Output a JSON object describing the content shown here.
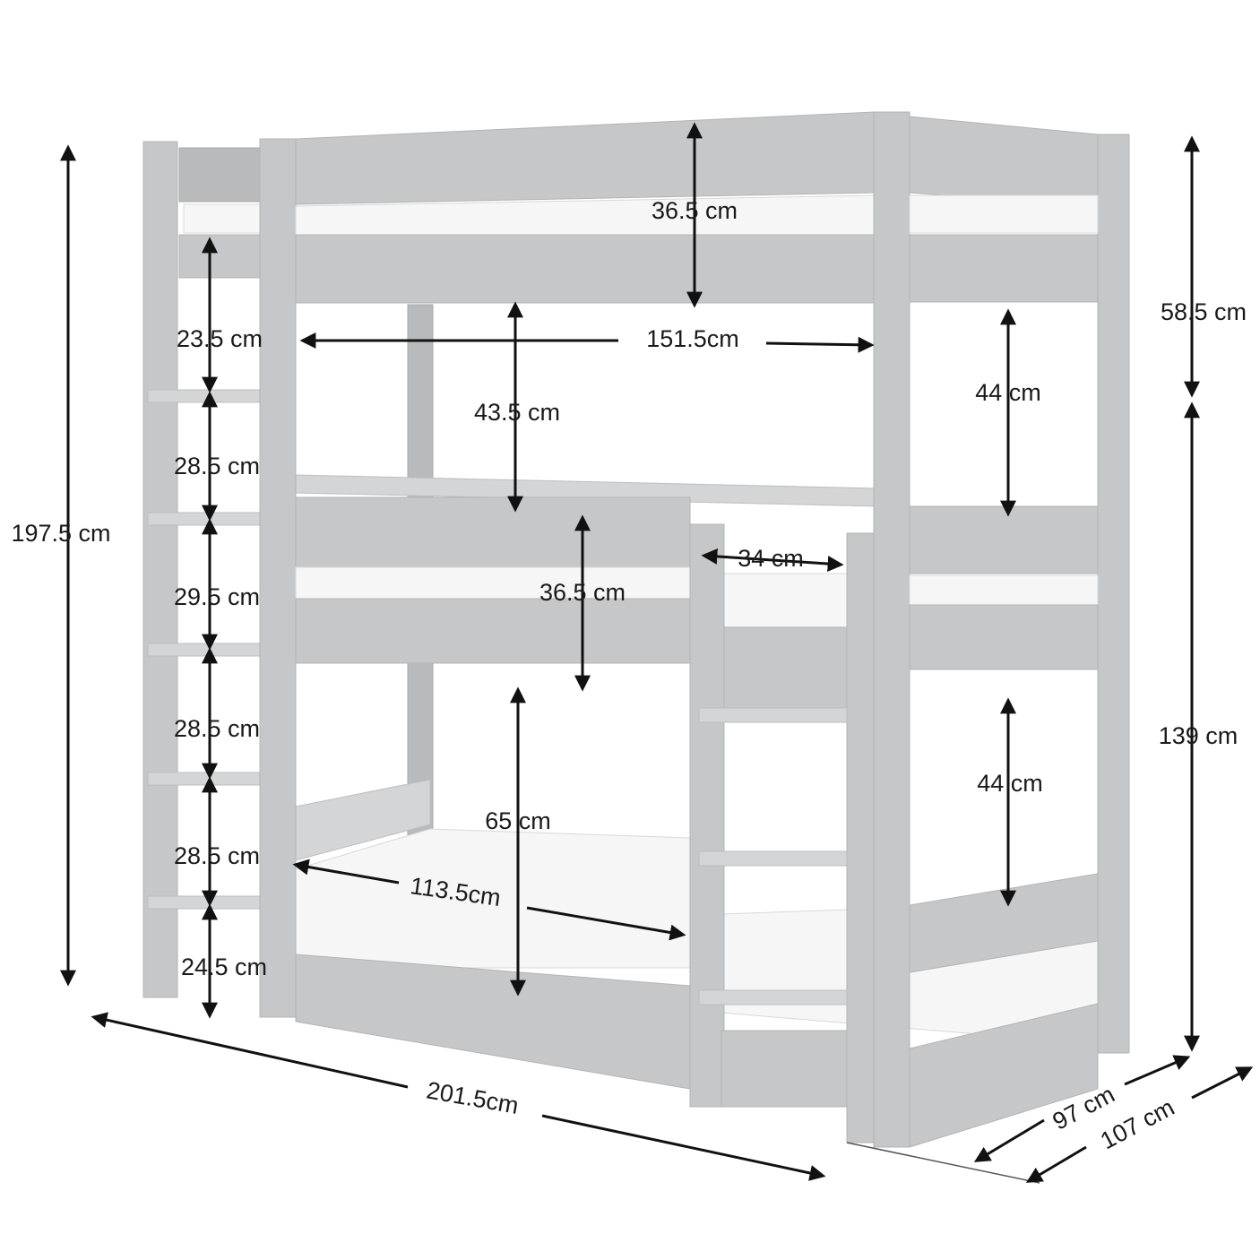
{
  "colors": {
    "frame": "#c6c7c8",
    "mattress": "#f6f6f6",
    "arrow": "#111111",
    "background": "#ffffff"
  },
  "dimensions": {
    "top_guard_height": "36.5 cm",
    "ladder_step_1": "23.5 cm",
    "top_inner_length": "151.5cm",
    "top_clearance_right": "58.5 cm",
    "top_gap_right": "44 cm",
    "middle_clearance": "43.5 cm",
    "ladder_step_2": "28.5 cm",
    "total_height": "197.5 cm",
    "ladder_entry_width": "34 cm",
    "ladder_step_3": "29.5 cm",
    "middle_guard_height": "36.5 cm",
    "ladder_step_4": "28.5 cm",
    "lower_total_height": "139 cm",
    "lower_gap_right": "44 cm",
    "bottom_clearance": "65 cm",
    "ladder_step_5": "28.5 cm",
    "bottom_opening_length": "113.5cm",
    "ladder_step_6": "24.5 cm",
    "total_length": "201.5cm",
    "inner_width": "97 cm",
    "total_width": "107 cm"
  }
}
